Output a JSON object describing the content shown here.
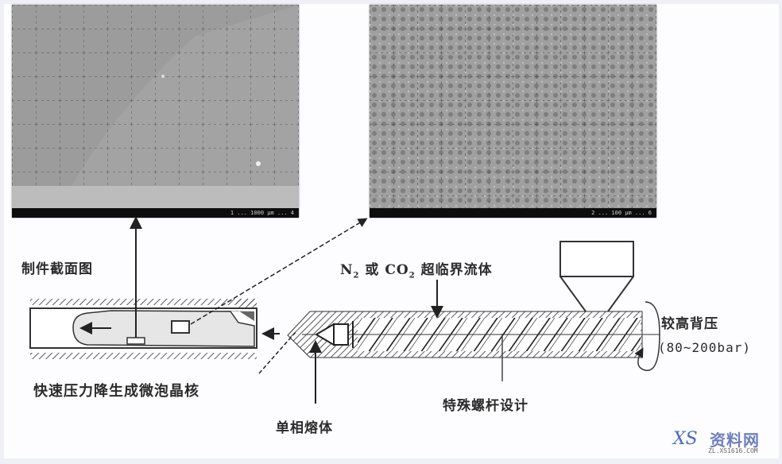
{
  "figure": {
    "title": "Microcellular foam injection molding process (MuCell) schematic",
    "sem_images": [
      {
        "id": "part-cross-section-sem",
        "scale_bar_text": "1 ... 1000 μm ... 4",
        "description": "SEM cross-section of part with solid skin layer at bottom"
      },
      {
        "id": "microcell-sem",
        "scale_bar_text": "2 ... 100 μm ... 6",
        "description": "SEM of microcellular foam core"
      }
    ],
    "labels": {
      "part_cross_section": "制件截面图",
      "rapid_pressure_drop": "快速压力降生成微泡晶核",
      "single_phase_melt": "单相熔体",
      "scf_prefix_n": "N",
      "scf_sub_n": "2",
      "scf_or": " 或 CO",
      "scf_sub_co": "2",
      "scf_suffix": " 超临界流体",
      "special_screw": "特殊螺杆设计",
      "high_back_pressure": "较高背压",
      "pressure_range": "(80~200bar)"
    },
    "watermark": {
      "logo": "XS",
      "title": "资料网",
      "url": "ZL.XS1616.COM"
    }
  },
  "colors": {
    "background": "#eef0f6",
    "canvas": "#fdfdff",
    "line": "#2b2b2b",
    "sem_gray": "#9a9a9a",
    "watermark_blue": "#6f7fc0"
  }
}
